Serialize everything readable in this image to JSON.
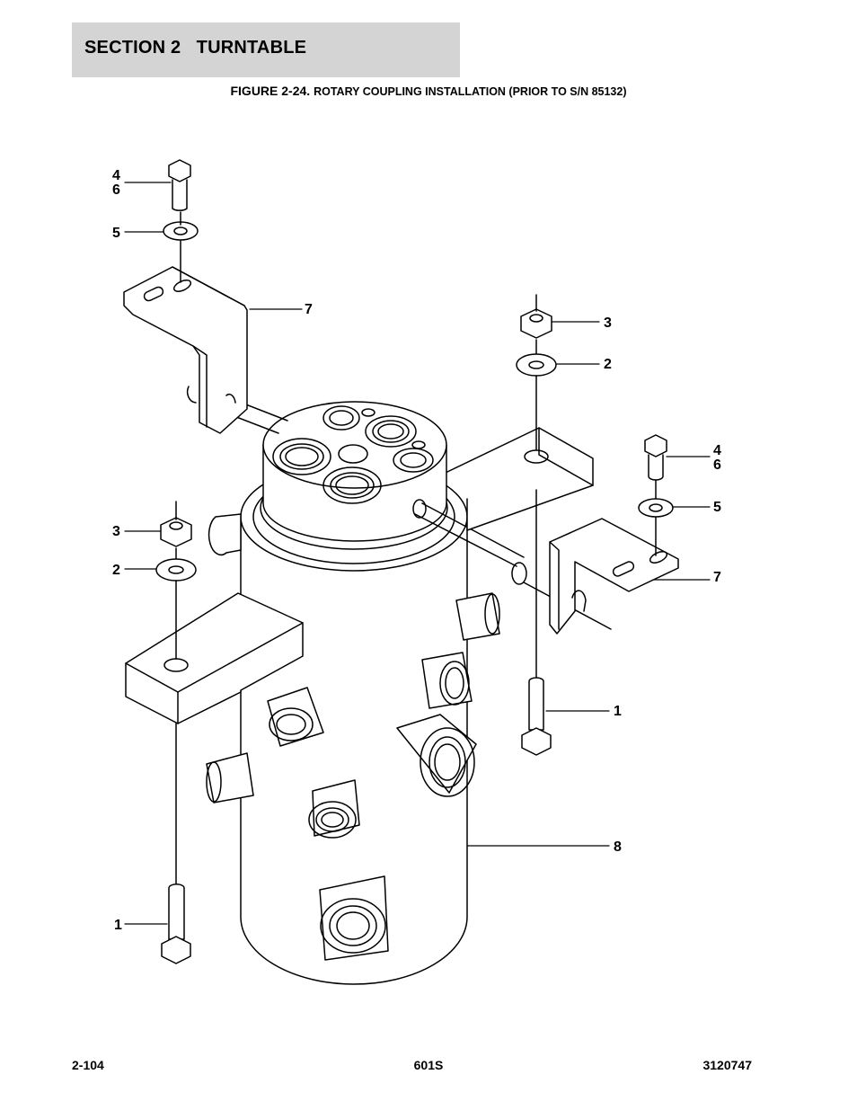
{
  "header": {
    "section_title": "SECTION 2   TURNTABLE"
  },
  "figure": {
    "number": "FIGURE 2-24.",
    "title": "ROTARY COUPLING INSTALLATION (PRIOR TO S/N 85132)"
  },
  "callouts": {
    "left_bolt_top": "4",
    "left_bolt_bottom": "6",
    "left_washer_top": "5",
    "left_bracket": "7",
    "right_nut": "3",
    "right_washer": "2",
    "right_bolt_top": "4",
    "right_bolt_bottom": "6",
    "right_washer_small": "5",
    "right_bracket": "7",
    "left_nut": "3",
    "left_washer": "2",
    "right_bottom_bolt": "1",
    "coupling_body": "8",
    "left_bottom_bolt": "1"
  },
  "footer": {
    "page_number": "2-104",
    "model": "601S",
    "doc_number": "3120747"
  }
}
